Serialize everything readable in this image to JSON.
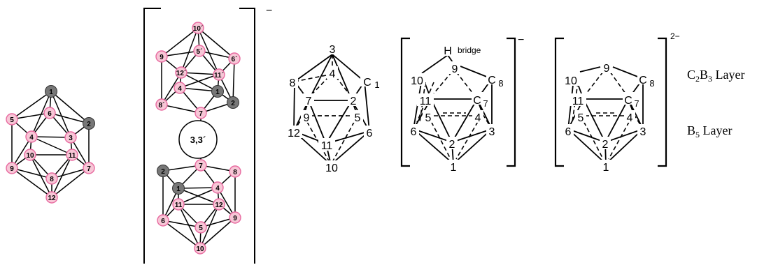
{
  "colors": {
    "boron_atom": "#f7c6d6",
    "boron_border": "#e86aa0",
    "carbon_atom": "#777777",
    "bond": "#000000",
    "background": "#ffffff"
  },
  "panel1": {
    "carbon_labels": [
      "1",
      "2"
    ],
    "boron_labels": [
      "3",
      "4",
      "5",
      "6",
      "7",
      "8",
      "9",
      "10",
      "11",
      "12"
    ]
  },
  "panel2": {
    "charge": "−",
    "top_labels": [
      "10´",
      "9",
      "5´",
      "6´",
      "12´",
      "11´",
      "4",
      "8´",
      "1",
      "2",
      "7"
    ],
    "link_label": "3,3´",
    "bottom_labels": [
      "7",
      "2",
      "8",
      "1",
      "4",
      "11",
      "12",
      "6",
      "5",
      "9",
      "10"
    ]
  },
  "panel3": {
    "labels": [
      "3",
      "4",
      "8",
      "7",
      "C",
      "1",
      "2",
      "9",
      "5",
      "12",
      "6",
      "11",
      "10"
    ]
  },
  "panel4": {
    "charge": "−",
    "h_label": "H",
    "bridge_label": "bridge",
    "labels": [
      "9",
      "10",
      "C",
      "8",
      "11",
      "C",
      "7",
      "5",
      "4",
      "6",
      "3",
      "2",
      "1"
    ]
  },
  "panel5": {
    "charge": "2−",
    "labels": [
      "9",
      "10",
      "C",
      "8",
      "11",
      "C",
      "7",
      "5",
      "4",
      "6",
      "3",
      "2",
      "1"
    ]
  },
  "layers": {
    "top": {
      "prefix": "C",
      "sub1": "2",
      "mid": "B",
      "sub2": "3",
      "suffix": " Layer"
    },
    "bottom": {
      "prefix": "B",
      "sub": "5",
      "suffix": " Layer"
    }
  }
}
